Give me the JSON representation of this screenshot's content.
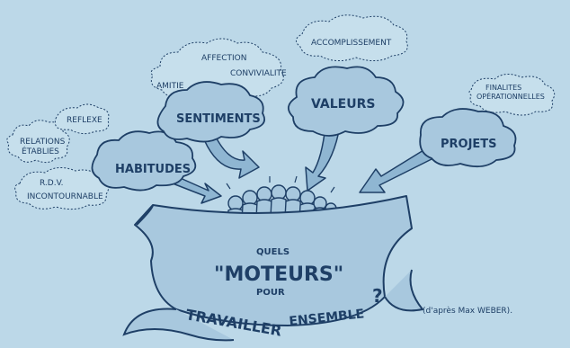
{
  "colors": {
    "background": "#bcd8e8",
    "ink": "#1e3f66",
    "cloud_fill": "#a8c8de",
    "dashed_cloud_fill": "#c6dfec",
    "arrow_fill": "#8fb6d2"
  },
  "main_clouds": {
    "habitudes": "HABITUDES",
    "sentiments": "SENTIMENTS",
    "valeurs": "VALEURS",
    "projets": "PROJETS"
  },
  "small_clouds": {
    "relations": "RELATIONS",
    "etablies": "ÉTABLIES",
    "reflexe": "REFLEXE",
    "rdv": "R.D.V.",
    "incontournable": "INCONTOURNABLE",
    "affection": "AFFECTION",
    "amitie": "AMITIE",
    "convivialite": "CONVIVIALITE",
    "accomplissement": "ACCOMPLISSEMENT",
    "finalites": "FINALITES",
    "operationnelles": "OPÉRATIONNELLES"
  },
  "banner": {
    "line1": "QUELS",
    "line2": "\"MOTEURS\"",
    "line3": "POUR",
    "line4a": "TRAVAILLER",
    "line4b": "ENSEMBLE",
    "question": "?"
  },
  "credit": "(d'après Max WEBER)."
}
